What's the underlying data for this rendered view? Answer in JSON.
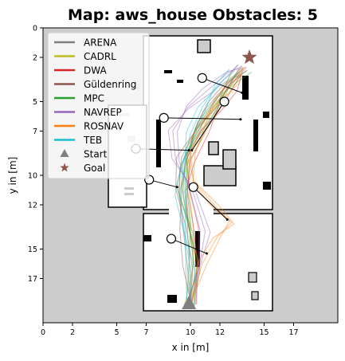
{
  "chart_data": {
    "type": "line",
    "title": "Map: aws_house Obstacles: 5",
    "xlabel": "x in [m]",
    "ylabel": "y in [m]",
    "xlim": [
      0,
      20
    ],
    "ylim": [
      20,
      0
    ],
    "x_ticks": [
      0,
      2,
      5,
      7,
      10,
      12,
      15,
      17
    ],
    "y_ticks": [
      0,
      2,
      5,
      7,
      10,
      12,
      15,
      17
    ],
    "grid": false,
    "legend_position": "top-left",
    "map_background": "#cccccc",
    "series": [
      {
        "name": "ARENA",
        "color": "#7f7f7f",
        "points": [
          [
            10.0,
            18.8
          ],
          [
            10.3,
            16.5
          ],
          [
            10.0,
            14.0
          ],
          [
            9.5,
            11.5
          ],
          [
            9.6,
            9.5
          ],
          [
            10.2,
            7.5
          ],
          [
            11.2,
            5.8
          ],
          [
            12.0,
            4.5
          ],
          [
            13.0,
            3.2
          ],
          [
            13.5,
            2.6
          ]
        ]
      },
      {
        "name": "CADRL",
        "color": "#bcbd22",
        "points": [
          [
            9.9,
            18.8
          ],
          [
            10.4,
            16.4
          ],
          [
            10.1,
            13.8
          ],
          [
            9.6,
            11.2
          ],
          [
            9.8,
            9.2
          ],
          [
            10.6,
            7.2
          ],
          [
            11.6,
            5.5
          ],
          [
            12.4,
            4.3
          ],
          [
            13.2,
            3.0
          ]
        ]
      },
      {
        "name": "DWA",
        "color": "#d62728",
        "points": [
          [
            10.1,
            18.8
          ],
          [
            10.5,
            16.0
          ],
          [
            10.2,
            13.5
          ],
          [
            9.8,
            11.0
          ],
          [
            10.0,
            9.0
          ],
          [
            11.0,
            7.0
          ],
          [
            12.0,
            5.5
          ],
          [
            12.8,
            4.2
          ],
          [
            13.4,
            3.2
          ]
        ]
      },
      {
        "name": "Güldenring",
        "color": "#8c564b",
        "points": [
          [
            10.0,
            18.8
          ],
          [
            9.8,
            16.2
          ],
          [
            9.5,
            13.6
          ],
          [
            9.2,
            11.0
          ],
          [
            9.4,
            8.8
          ],
          [
            10.4,
            6.8
          ],
          [
            11.5,
            5.2
          ],
          [
            12.5,
            3.8
          ],
          [
            13.6,
            2.8
          ]
        ]
      },
      {
        "name": "MPC",
        "color": "#2ca02c",
        "points": [
          [
            10.0,
            18.8
          ],
          [
            10.2,
            15.8
          ],
          [
            9.9,
            13.2
          ],
          [
            9.4,
            10.8
          ],
          [
            9.7,
            8.6
          ],
          [
            10.8,
            6.5
          ],
          [
            12.0,
            4.8
          ],
          [
            13.0,
            3.6
          ],
          [
            13.8,
            2.9
          ]
        ]
      },
      {
        "name": "NAVREP",
        "color": "#9467bd",
        "points": [
          [
            10.0,
            18.8
          ],
          [
            10.6,
            16.2
          ],
          [
            11.0,
            13.8
          ],
          [
            10.2,
            11.2
          ],
          [
            9.0,
            9.0
          ],
          [
            8.8,
            7.0
          ],
          [
            9.8,
            5.4
          ],
          [
            11.2,
            4.2
          ],
          [
            12.6,
            3.0
          ],
          [
            13.5,
            2.6
          ]
        ]
      },
      {
        "name": "ROSNAV",
        "color": "#ff7f0e",
        "points": [
          [
            10.0,
            18.8
          ],
          [
            10.8,
            16.0
          ],
          [
            11.8,
            14.2
          ],
          [
            12.8,
            13.2
          ],
          [
            11.6,
            12.0
          ],
          [
            10.2,
            10.4
          ],
          [
            10.0,
            8.4
          ],
          [
            10.8,
            6.6
          ],
          [
            11.8,
            5.0
          ],
          [
            13.0,
            3.6
          ],
          [
            13.6,
            2.7
          ]
        ]
      },
      {
        "name": "TEB",
        "color": "#17becf",
        "points": [
          [
            10.0,
            18.8
          ],
          [
            10.0,
            16.4
          ],
          [
            9.6,
            13.9
          ],
          [
            9.3,
            11.4
          ],
          [
            9.5,
            9.2
          ],
          [
            10.0,
            7.2
          ],
          [
            10.8,
            5.4
          ],
          [
            11.8,
            3.9
          ],
          [
            13.0,
            2.9
          ]
        ]
      }
    ],
    "start": {
      "name": "Start",
      "x": 9.9,
      "y": 18.7,
      "color": "#808080"
    },
    "goal": {
      "name": "Goal",
      "x": 14.0,
      "y": 2.0,
      "color": "#8c564b"
    },
    "obstacles": [
      {
        "start": [
          10.8,
          3.4
        ],
        "end": [
          13.5,
          4.4
        ]
      },
      {
        "start": [
          12.3,
          5.0
        ],
        "end": [
          10.1,
          8.3
        ]
      },
      {
        "start": [
          8.2,
          6.1
        ],
        "end": [
          13.4,
          6.2
        ]
      },
      {
        "start": [
          6.3,
          8.2
        ],
        "end": [
          9.9,
          8.3
        ]
      },
      {
        "start": [
          7.2,
          10.3
        ],
        "end": [
          9.1,
          10.8
        ]
      },
      {
        "start": [
          10.2,
          10.8
        ],
        "end": [
          12.5,
          13.0
        ]
      },
      {
        "start": [
          8.7,
          14.3
        ],
        "end": [
          11.1,
          15.3
        ]
      }
    ]
  }
}
